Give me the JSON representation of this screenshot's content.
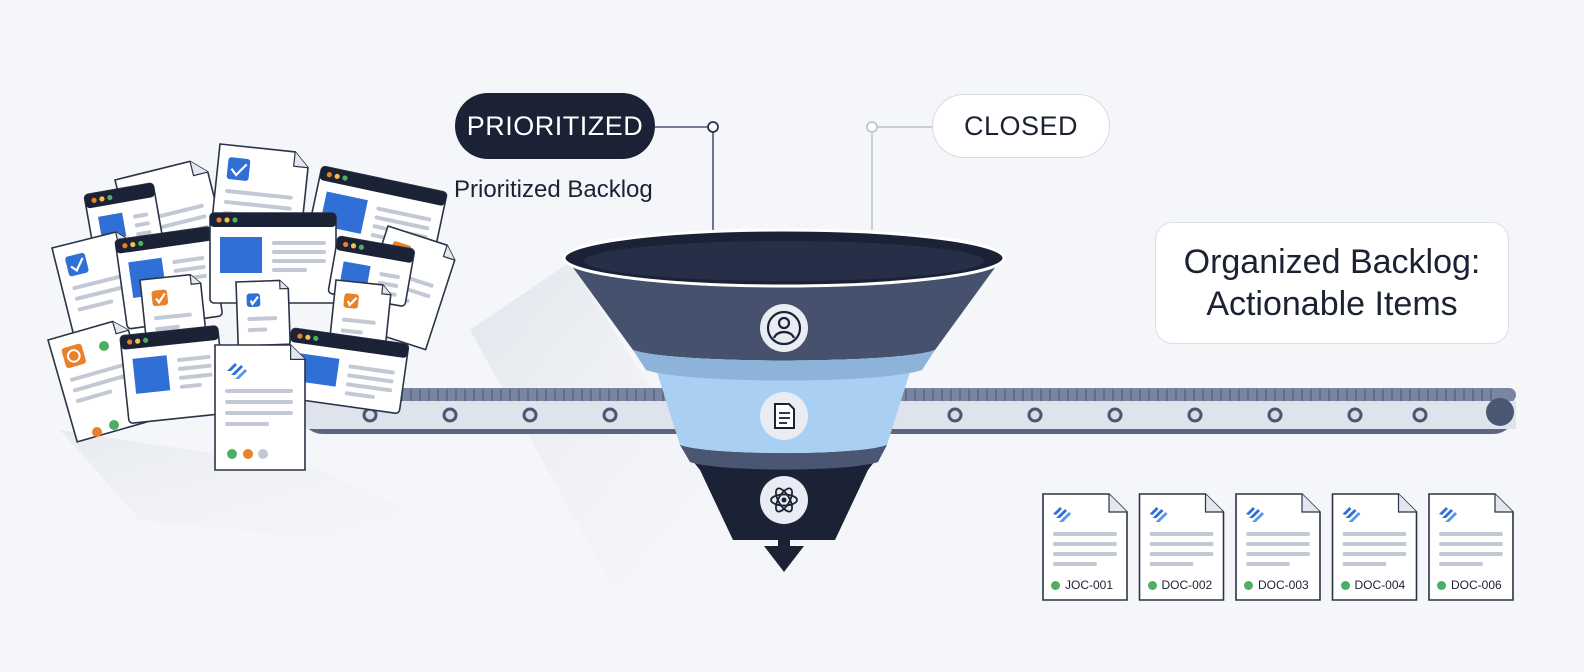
{
  "stages": {
    "prioritized_label": "PRIORITIZED",
    "closed_label": "CLOSED",
    "prioritized_caption": "Prioritized Backlog"
  },
  "result": {
    "line1": "Organized Backlog:",
    "line2": "Actionable Items"
  },
  "output_docs": [
    {
      "id": "JOC-001"
    },
    {
      "id": "DOC-002"
    },
    {
      "id": "DOC-003"
    },
    {
      "id": "DOC-004"
    },
    {
      "id": "DOC-006"
    }
  ],
  "funnel_stage_icons": [
    "user-icon",
    "document-icon",
    "atom-icon"
  ],
  "colors": {
    "background": "#f5f6f9",
    "funnel_top": "#3f4a64",
    "funnel_middle": "#a7cdf0",
    "funnel_bottom": "#1b2236",
    "conveyor": "#4a5672",
    "accent_blue": "#2f6fd6",
    "accent_orange": "#e8812a",
    "status_green": "#4caf63"
  }
}
